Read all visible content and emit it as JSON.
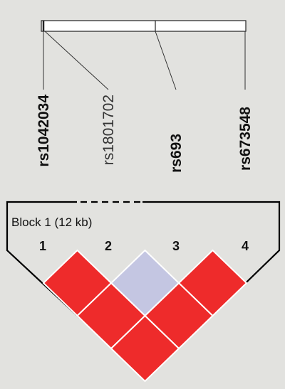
{
  "snps": [
    {
      "name": "rs1042034",
      "bold": true
    },
    {
      "name": "rs1801702",
      "bold": false
    },
    {
      "name": "rs693",
      "bold": true
    },
    {
      "name": "rs673548",
      "bold": true
    }
  ],
  "block": {
    "label": "Block 1 (12 kb)"
  },
  "marker_numbers": [
    "1",
    "2",
    "3",
    "4"
  ],
  "colors": {
    "background": "#e2e2df",
    "strong_ld": "#ee2b2b",
    "weak_ld": "#c4c6e2",
    "outline": "#000000"
  },
  "ld_cells": [
    {
      "pair": "1-2",
      "ld": "strong"
    },
    {
      "pair": "2-3",
      "ld": "weak"
    },
    {
      "pair": "3-4",
      "ld": "strong"
    },
    {
      "pair": "1-3",
      "ld": "strong"
    },
    {
      "pair": "2-4",
      "ld": "strong"
    },
    {
      "pair": "1-4",
      "ld": "strong"
    }
  ]
}
